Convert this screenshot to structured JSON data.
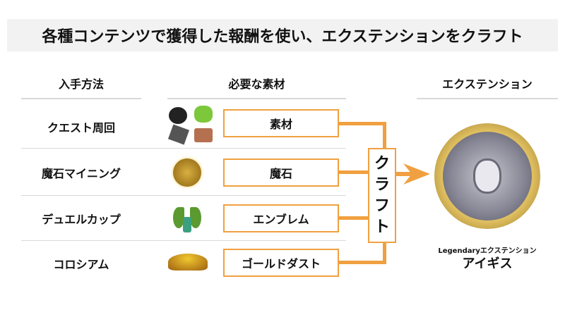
{
  "title": "各種コンテンツで獲得した報酬を使い、エクステンションをクラフト",
  "headers": {
    "source": "入手方法",
    "materials": "必要な素材",
    "extension": "エクステンション"
  },
  "rows": [
    {
      "source": "クエスト周回",
      "material": "素材",
      "icon": "monster-materials-icon"
    },
    {
      "source": "魔石マイニング",
      "material": "魔石",
      "icon": "magic-stone-icon"
    },
    {
      "source": "デュエルカップ",
      "material": "エンブレム",
      "icon": "emblem-icon"
    },
    {
      "source": "コロシアム",
      "material": "ゴールドダスト",
      "icon": "gold-dust-icon"
    }
  ],
  "craft_chars": [
    "ク",
    "ラ",
    "フ",
    "ト"
  ],
  "result": {
    "rarity_label": "Legendaryエクステンション",
    "name": "アイギス",
    "icon": "aegis-medallion-icon"
  },
  "colors": {
    "accent": "#f0a040",
    "title_bg": "#f2f2f2",
    "divider": "#d9d9d9"
  }
}
